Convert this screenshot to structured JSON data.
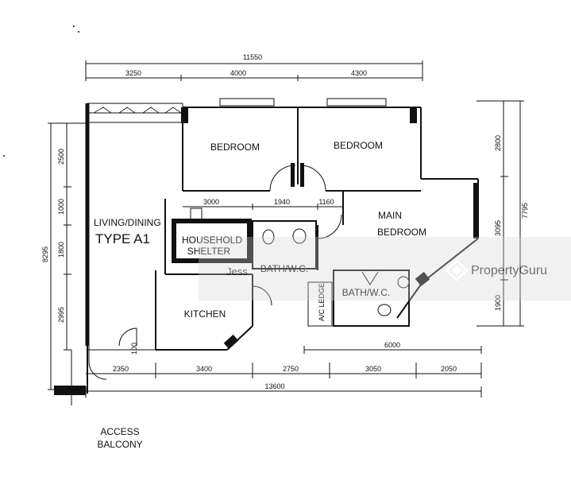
{
  "rooms": {
    "bedroom1": "BEDROOM",
    "bedroom2": "BEDROOM",
    "main_bedroom_l1": "MAIN",
    "main_bedroom_l2": "BEDROOM",
    "living_dining": "LIVING/DINING",
    "type": "TYPE A1",
    "household_l1": "HOUSEHOLD",
    "household_l2": "SHELTER",
    "bath_wc_1": "BATH/W.C.",
    "bath_wc_2": "BATH/W.C.",
    "ac_ledge": "A/C LEDGE",
    "kitchen": "KITCHEN",
    "access_l1": "ACCESS",
    "access_l2": "BALCONY"
  },
  "dimensions": {
    "top_total": "11550",
    "top_1": "3250",
    "top_2": "4000",
    "top_3": "4300",
    "left_total": "8295",
    "left_1": "2500",
    "left_2": "1000",
    "left_3": "1800",
    "left_4": "2995",
    "right_total": "7795",
    "right_1": "2800",
    "right_2": "3095",
    "right_3": "1900",
    "inner_1": "3000",
    "inner_2": "1940",
    "inner_3": "1160",
    "bottom_inner": "6000",
    "bottom_total": "13600",
    "bottom_1": "2350",
    "bottom_2": "3400",
    "bottom_3": "2750",
    "bottom_4": "3050",
    "bottom_5": "2050",
    "door_note": "100"
  },
  "watermark": {
    "brand": "PropertyGuru",
    "prefix": "Jess"
  }
}
